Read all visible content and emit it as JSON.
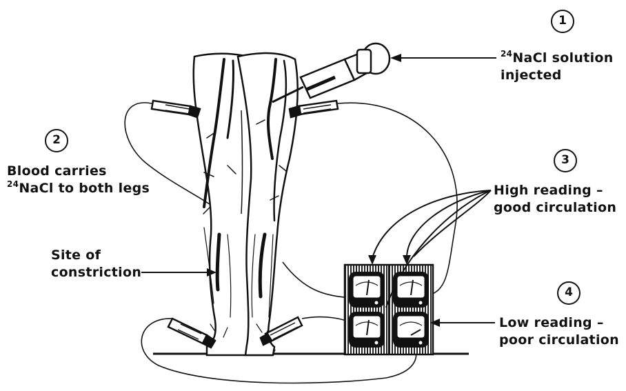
{
  "steps": [
    {
      "number": "1",
      "text_sup": "24",
      "text_line1": "NaCl solution",
      "text_line2": "injected"
    },
    {
      "number": "2",
      "text_line1": "Blood carries",
      "text_sup": "24",
      "text_line2": "NaCl to both legs"
    },
    {
      "number": "3",
      "text_line1": "High reading –",
      "text_line2": "good circulation"
    },
    {
      "number": "4",
      "text_line1": "Low reading –",
      "text_line2": "poor circulation"
    }
  ],
  "constriction": {
    "line1": "Site of",
    "line2": "constriction"
  },
  "meters": [
    {
      "position": "top-left",
      "reading": "high"
    },
    {
      "position": "top-right",
      "reading": "high"
    },
    {
      "position": "bottom-left",
      "reading": "high"
    },
    {
      "position": "bottom-right",
      "reading": "low"
    }
  ]
}
